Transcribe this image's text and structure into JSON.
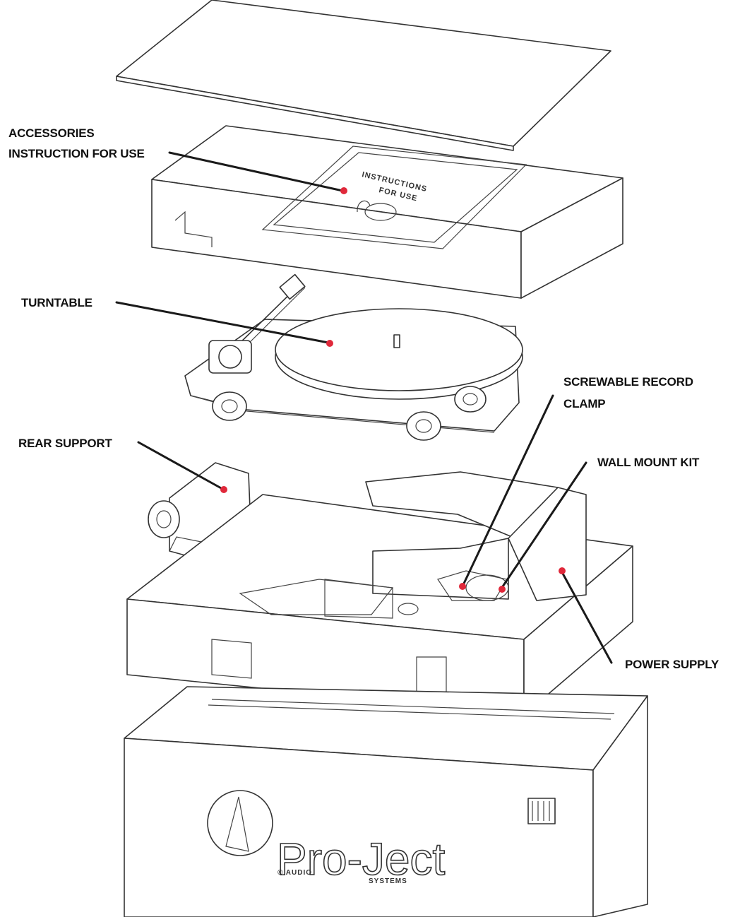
{
  "labels": {
    "accessories_line1": "ACCESSORIES",
    "accessories_line2": "INSTRUCTION FOR USE",
    "turntable": "TURNTABLE",
    "screwable_line1": "SCREWABLE RECORD",
    "screwable_line2": "CLAMP",
    "rear_support": "REAR SUPPORT",
    "wall_mount": "WALL MOUNT KIT",
    "power_supply": "POWER SUPPLY"
  },
  "manual_box": {
    "line1": "INSTRUCTIONS",
    "line2": "FOR USE"
  },
  "branding": {
    "logo_text": "Pro-Ject",
    "sub_left": "© AUDIO",
    "sub_right": "SYSTEMS"
  },
  "colors": {
    "marker": "#e0283a",
    "line": "#1a1a1a",
    "outline": "#333333"
  }
}
